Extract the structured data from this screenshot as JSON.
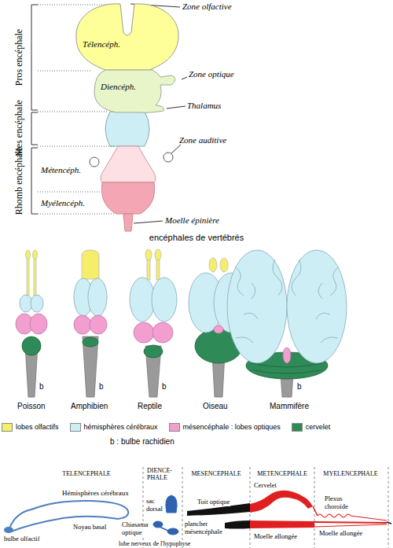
{
  "diagram": {
    "title": "encéphales de vertébrés",
    "nodes": [
      {
        "text": [
          "Télencéph."
        ]
      },
      {
        "text": [
          "Diencéph."
        ]
      }
    ],
    "labels": [
      "Zone olfactive",
      "Pros encéphale",
      "Zone optique",
      "Thalamus",
      "Mes encéphale",
      "Zone auditive",
      "Métencéph.",
      "Rhomb encéphale",
      "Myélencéph.",
      "Moelle épinière",
      "b",
      "b",
      "b",
      "b",
      "Poisson",
      "Amphibien",
      "Reptile",
      "Oiseau",
      "Mammifère",
      "b : bulbe rachidien",
      "TELENCEPHALE",
      "DIENCE- PHALE",
      "MESENCEPHALE",
      "METENCEPHALE",
      "MYELENCEPHALE",
      "Hémisphères cérébraux",
      "sac dorsal",
      "Toit optique",
      "Cervelet",
      "Plexus choroïde",
      "bulbe olfactif",
      "Noyau basal",
      "Chiasama optique",
      "plancher mésencéphale",
      "lobe nerveux de l'hypophyse",
      "Moelle allongée",
      "Moelle allongée"
    ],
    "legend": [
      {
        "text": "lobes olfactifs",
        "color": "#f5ee6a"
      },
      {
        "text": "hémisphères cérébraux",
        "color": "#cdeef4"
      },
      {
        "text": "mésencéphale : lobes optiques",
        "color": "#f29fd0"
      },
      {
        "text": "cervelet",
        "color": "#2e8b57"
      }
    ]
  }
}
